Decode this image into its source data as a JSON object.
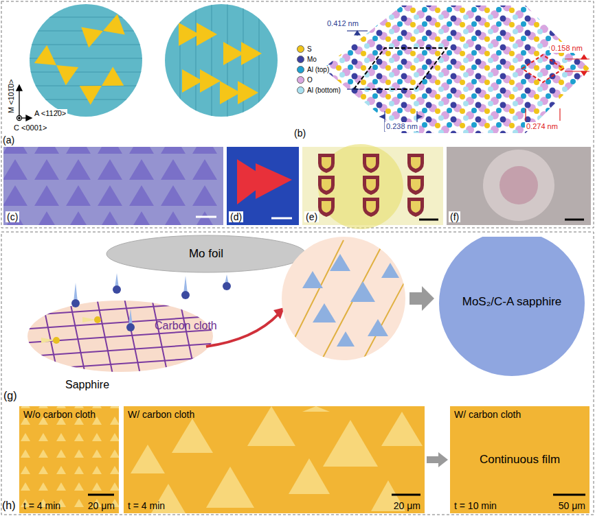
{
  "diagram": {
    "nodes": [
      {
        "text": [
          "Mo foil"
        ]
      },
      {
        "text": [
          "MoS₂/C-A sapphire"
        ]
      },
      {
        "text": [
          "W/o carbon cloth",
          "t = 4 min",
          "20 μm"
        ]
      },
      {
        "text": [
          "W/ carbon cloth",
          "t = 4 min",
          "20 μm"
        ]
      },
      {
        "text": [
          "W/ carbon cloth",
          "Continuous film",
          "t = 10 min",
          "50 μm"
        ]
      }
    ],
    "edges": [
      {
        "from": 3,
        "to": 4,
        "arrow": "to"
      }
    ],
    "labels": [
      "(a)",
      "M <101̄0>",
      "A <112̄0>",
      "C <0001>",
      "(b)",
      "0.412 nm",
      "0.238 nm",
      "0.158 nm",
      "0.274 nm",
      "(c)",
      "(d)",
      "(e)",
      "(f)",
      "Carbon cloth",
      "Sapphire",
      "(g)",
      "(h)"
    ],
    "legend": [
      {
        "text": "S",
        "color": "#f0c419"
      },
      {
        "text": "Mo",
        "color": "#3b3fa0"
      },
      {
        "text": "Al (top)",
        "color": "#1ea0d0"
      },
      {
        "text": "O",
        "color": "#d9a6e0"
      },
      {
        "text": "Al (bottom)",
        "color": "#a8e0f0"
      }
    ]
  }
}
